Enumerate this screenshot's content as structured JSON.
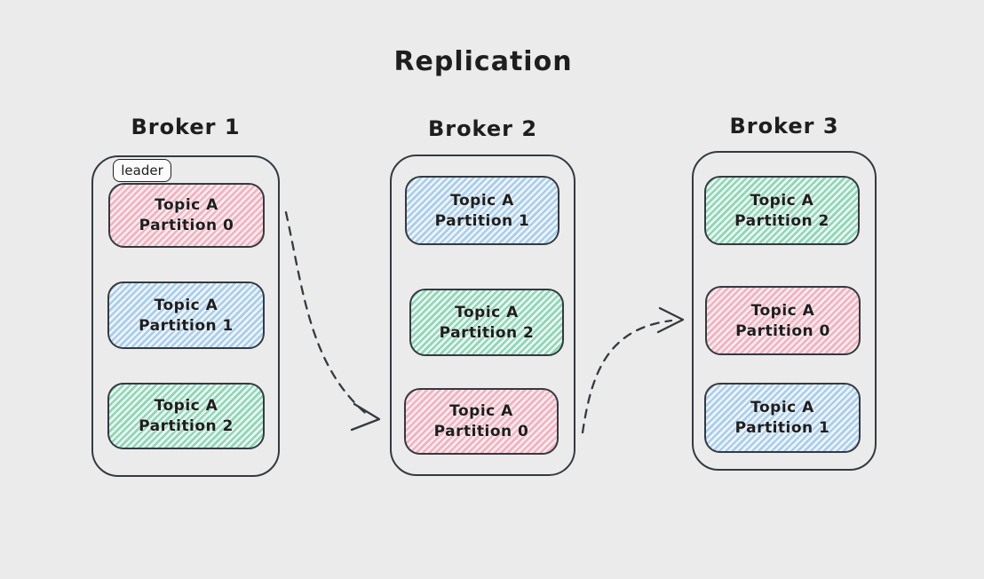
{
  "title": "Replication",
  "background_color": "#ebebeb",
  "stroke_color": "#343a40",
  "text_color": "#1e1e1e",
  "palette": {
    "pink": {
      "line": "#f3b1c0",
      "bg": "#fbecef"
    },
    "blue": {
      "line": "#a9cdee",
      "bg": "#eef5fb"
    },
    "green": {
      "line": "#8fd6b7",
      "bg": "#ebf7f2"
    }
  },
  "brokers": [
    {
      "label": "Broker 1",
      "badge": "leader",
      "partitions": [
        {
          "line1": "Topic A",
          "line2": "Partition 0",
          "color": "pink"
        },
        {
          "line1": "Topic A",
          "line2": "Partition 1",
          "color": "blue"
        },
        {
          "line1": "Topic A",
          "line2": "Partition 2",
          "color": "green"
        }
      ]
    },
    {
      "label": "Broker 2",
      "partitions": [
        {
          "line1": "Topic A",
          "line2": "Partition 1",
          "color": "blue"
        },
        {
          "line1": "Topic A",
          "line2": "Partition 2",
          "color": "green"
        },
        {
          "line1": "Topic A",
          "line2": "Partition 0",
          "color": "pink"
        }
      ]
    },
    {
      "label": "Broker 3",
      "partitions": [
        {
          "line1": "Topic A",
          "line2": "Partition 2",
          "color": "green"
        },
        {
          "line1": "Topic A",
          "line2": "Partition 0",
          "color": "pink"
        },
        {
          "line1": "Topic A",
          "line2": "Partition 1",
          "color": "blue"
        }
      ]
    }
  ],
  "arrows": [
    {
      "from": "Broker 1",
      "to": "Broker 2 Topic A Partition 0",
      "style": "dashed-curved"
    },
    {
      "from": "Broker 2",
      "to": "Broker 3 Topic A Partition 0",
      "style": "dashed-curved"
    }
  ]
}
